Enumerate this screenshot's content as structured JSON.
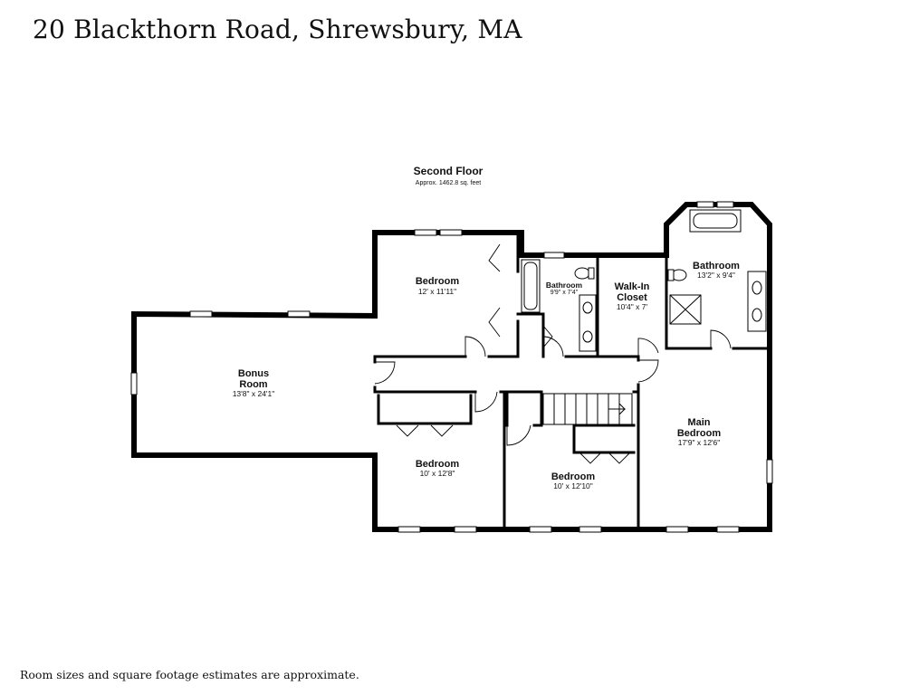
{
  "listing": {
    "address": "20 Blackthorn Road, Shrewsbury, MA",
    "disclaimer": "Room sizes and square footage estimates are approximate."
  },
  "floor": {
    "name": "Second Floor",
    "area": "Approx. 1462.8 sq. feet"
  },
  "rooms": {
    "bonus_room": {
      "name_line1": "Bonus",
      "name_line2": "Room",
      "dims": "13'8\" x 24'1\""
    },
    "bedroom_north": {
      "name": "Bedroom",
      "dims": "12' x 11'11\""
    },
    "bathroom_hall": {
      "name": "Bathroom",
      "dims": "9'9\" x 7'4\""
    },
    "walk_in_closet": {
      "name_line1": "Walk-In",
      "name_line2": "Closet",
      "dims": "10'4\" x 7'"
    },
    "bathroom_main": {
      "name": "Bathroom",
      "dims": "13'2\" x 9'4\""
    },
    "main_bedroom": {
      "name_line1": "Main",
      "name_line2": "Bedroom",
      "dims": "17'9\" x 12'6\""
    },
    "bedroom_southwest": {
      "name": "Bedroom",
      "dims": "10' x 12'8\""
    },
    "bedroom_south": {
      "name": "Bedroom",
      "dims": "10' x 12'10\""
    }
  }
}
